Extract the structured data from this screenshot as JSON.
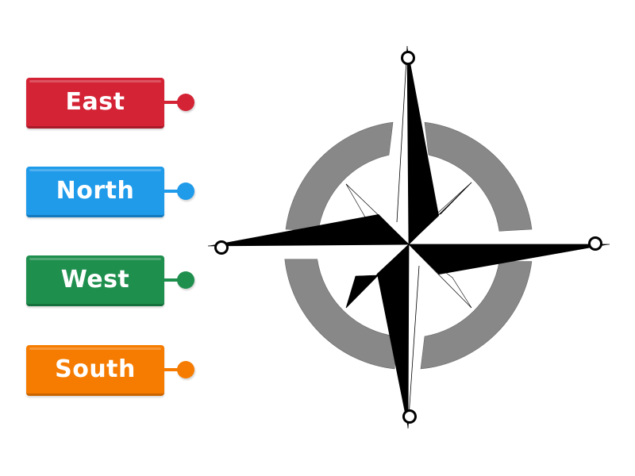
{
  "labels": [
    {
      "key": "east",
      "text": "East",
      "color": "#d42335",
      "border": "#a81a29"
    },
    {
      "key": "north",
      "text": "North",
      "color": "#1f9bea",
      "border": "#1479bd"
    },
    {
      "key": "west",
      "text": "West",
      "color": "#1f8f4e",
      "border": "#15703b"
    },
    {
      "key": "south",
      "text": "South",
      "color": "#f57c00",
      "border": "#c96400"
    }
  ],
  "compass": {
    "ring_color": "#888888",
    "star_color": "#000000",
    "target_fill": "#ffffff",
    "target_stroke": "#000000"
  }
}
